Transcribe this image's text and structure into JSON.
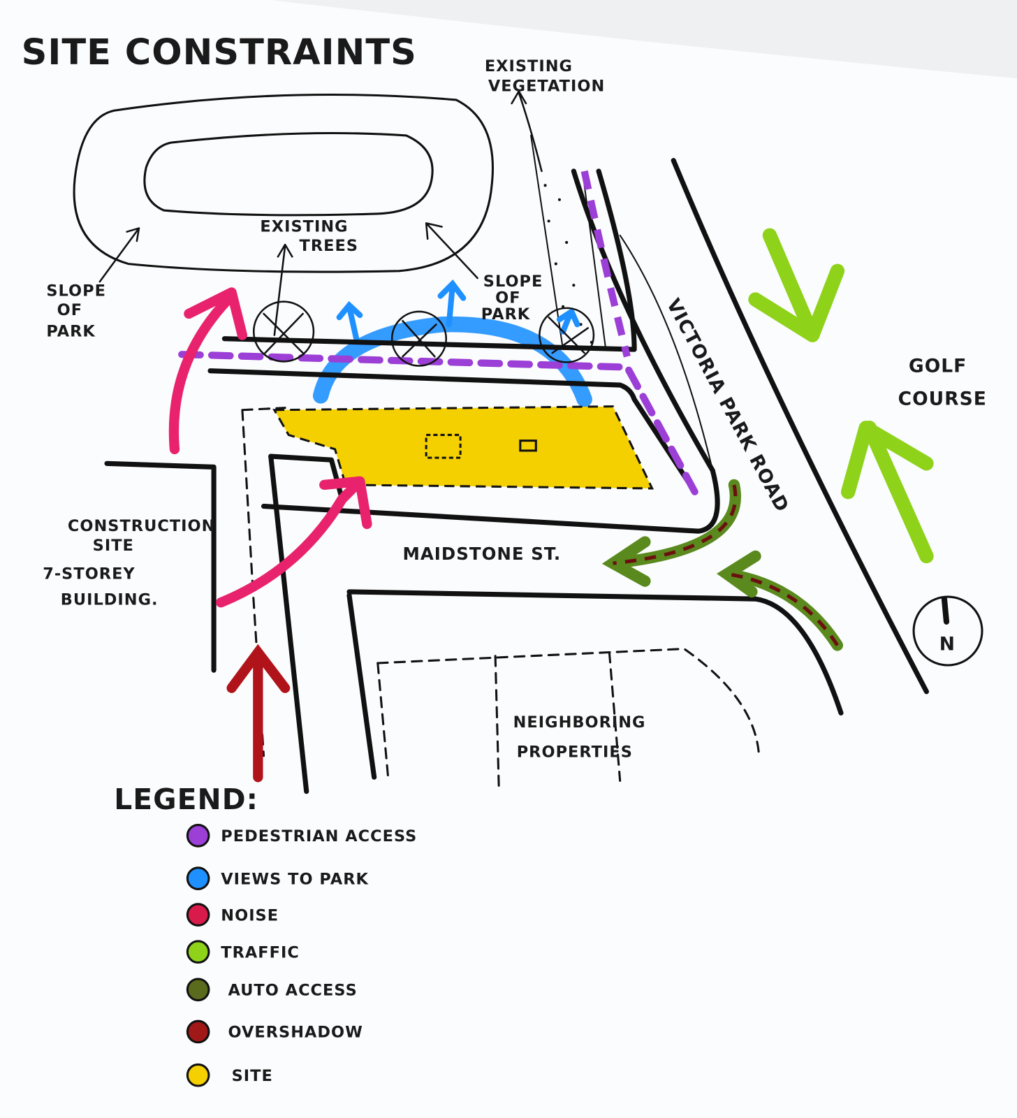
{
  "title": "SITE CONSTRAINTS",
  "labels": {
    "existing_vegetation": [
      "EXISTING",
      "VEGETATION"
    ],
    "existing_trees": [
      "EXISTING",
      "TREES"
    ],
    "slope_of_park_left": [
      "SLOPE",
      "OF",
      "PARK"
    ],
    "slope_of_park_right": [
      "SLOPE",
      "OF",
      "PARK"
    ],
    "victoria_park_road": "VICTORIA PARK ROAD",
    "golf_course": [
      "GOLF",
      "COURSE"
    ],
    "maidstone_st": "MAIDSTONE ST.",
    "construction_site": [
      "CONSTRUCTION",
      "SITE",
      "7-STOREY",
      "BUILDING."
    ],
    "neighboring_properties": [
      "NEIGHBORING",
      "PROPERTIES"
    ],
    "north": "N"
  },
  "legend": {
    "title": "LEGEND:",
    "items": [
      {
        "label": "PEDESTRIAN ACCESS",
        "color": "#9b3fd6"
      },
      {
        "label": "VIEWS TO PARK",
        "color": "#1e90ff"
      },
      {
        "label": "NOISE",
        "color": "#d81b4a"
      },
      {
        "label": "TRAFFIC",
        "color": "#8fd21a"
      },
      {
        "label": "AUTO ACCESS",
        "color": "#5a6b1e"
      },
      {
        "label": "OVERSHADOW",
        "color": "#a01818"
      },
      {
        "label": "SITE",
        "color": "#f5d000"
      }
    ]
  }
}
